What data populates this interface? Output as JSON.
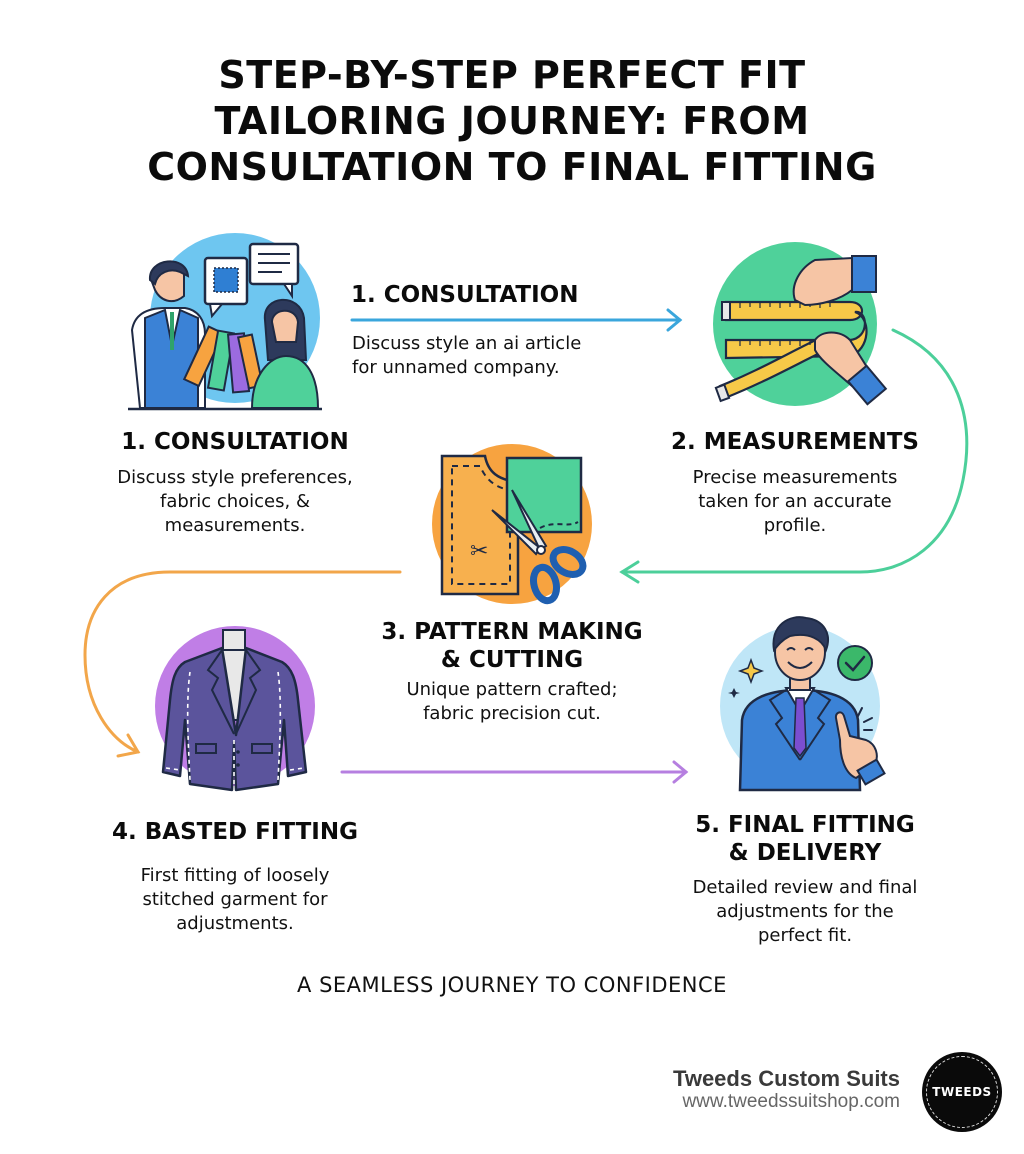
{
  "title": {
    "lines": [
      "STEP-BY-STEP PERFECT FIT",
      "TAILORING JOURNEY: FROM",
      "CONSULTATION TO FINAL FITTING"
    ]
  },
  "intro_step": {
    "heading": "1. CONSULTATION",
    "lines": [
      "Discuss style an ai article",
      "for unnamed company."
    ]
  },
  "steps": [
    {
      "heading_lines": [
        "1. CONSULTATION"
      ],
      "desc_lines": [
        "Discuss style preferences,",
        "fabric choices, &",
        "measurements."
      ],
      "icon": "consultation-icon",
      "color": "#6ec6f0"
    },
    {
      "heading_lines": [
        "2. MEASUREMENTS"
      ],
      "desc_lines": [
        "Precise measurements",
        "taken for an accurate",
        "profile."
      ],
      "icon": "measuring-tape-icon",
      "color": "#4fd19a"
    },
    {
      "heading_lines": [
        "3. PATTERN MAKING",
        "& CUTTING"
      ],
      "desc_lines": [
        "Unique pattern crafted;",
        "fabric precision cut."
      ],
      "icon": "pattern-scissors-icon",
      "color": "#f7a340"
    },
    {
      "heading_lines": [
        "4. BASTED FITTING"
      ],
      "desc_lines": [
        "First fitting of loosely",
        "stitched garment for",
        "adjustments."
      ],
      "icon": "suit-jacket-icon",
      "color": "#c07ee6"
    },
    {
      "heading_lines": [
        "5. FINAL FITTING",
        "& DELIVERY"
      ],
      "desc_lines": [
        "Detailed review and final",
        "adjustments for the",
        "perfect fit."
      ],
      "icon": "happy-client-icon",
      "color": "#bfe6f7"
    }
  ],
  "arrows": {
    "blue": "#3aa6dc",
    "green": "#4ccf9a",
    "orange": "#f2a64a",
    "purple": "#b67fe0"
  },
  "tagline": "A SEAMLESS JOURNEY TO CONFIDENCE",
  "brand": {
    "name": "Tweeds Custom Suits",
    "url": "www.tweedssuitshop.com",
    "logo_text": "TWEEDS"
  }
}
